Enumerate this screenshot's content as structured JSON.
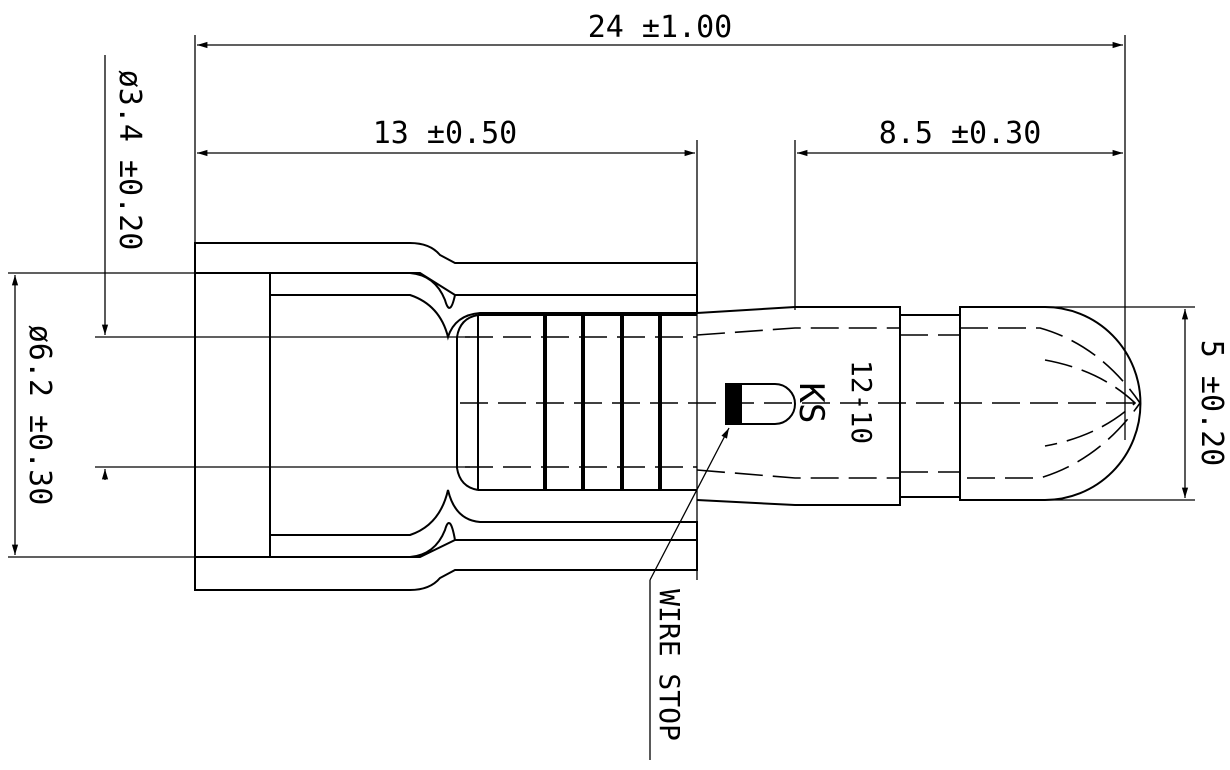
{
  "drawing": {
    "dimensions": {
      "overall_length": "24 ±1.00",
      "insulation_length": "13 ±0.50",
      "pin_length": "8.5 ±0.30",
      "inner_diameter": "ø3.4 ±0.20",
      "outer_diameter": "ø6.2 ±0.30",
      "pin_diameter": "5 ±0.20"
    },
    "markings": {
      "wire_size": "12-10",
      "maker": "KS"
    },
    "callouts": {
      "wire_stop": "WIRE STOP"
    },
    "colors": {
      "line": "#000000",
      "background": "#ffffff"
    }
  }
}
